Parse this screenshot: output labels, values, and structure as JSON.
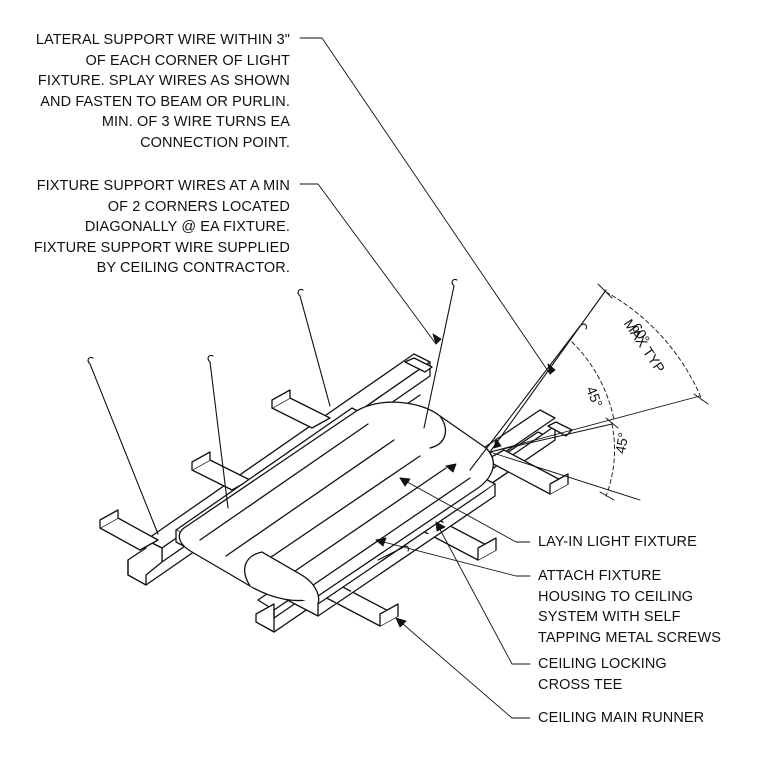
{
  "notes": {
    "lateral_support": [
      "LATERAL SUPPORT WIRE WITHIN 3\"",
      "OF EACH CORNER OF LIGHT",
      "FIXTURE. SPLAY WIRES AS SHOWN",
      "AND FASTEN TO BEAM OR PURLIN.",
      "MIN. OF 3 WIRE TURNS EA",
      "CONNECTION POINT."
    ],
    "fixture_support": [
      "FIXTURE SUPPORT WIRES AT A MIN",
      "OF 2 CORNERS LOCATED",
      "DIAGONALLY @ EA FIXTURE.",
      "FIXTURE SUPPORT WIRE SUPPLIED",
      "BY CEILING CONTRACTOR."
    ],
    "light_fixture": [
      "LAY-IN LIGHT FIXTURE"
    ],
    "attach_housing": [
      "ATTACH FIXTURE",
      "HOUSING TO CEILING",
      "SYSTEM WITH SELF",
      "TAPPING METAL SCREWS"
    ],
    "cross_tee": [
      "CEILING LOCKING",
      "CROSS TEE"
    ],
    "main_runner": [
      "CEILING MAIN RUNNER"
    ]
  },
  "angles": {
    "a60": "60°",
    "max_typ": "MAX TYP",
    "a45_upper": "45°",
    "a45_lower": "45°"
  },
  "colors": {
    "line": "#111111",
    "background": "#ffffff"
  }
}
